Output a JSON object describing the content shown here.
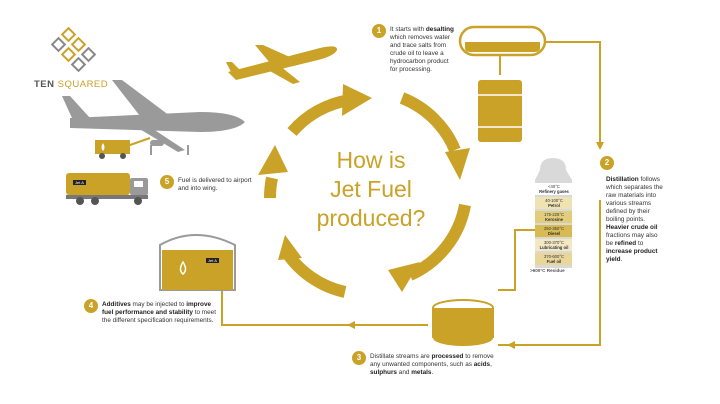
{
  "logo": {
    "name_part1": "TEN ",
    "name_part2": "SQUARED"
  },
  "title": {
    "line1": "How is",
    "line2": "Jet Fuel",
    "line3": "produced?"
  },
  "steps": [
    {
      "number": "1",
      "pre": "It starts with ",
      "bold": "desalting",
      "post": " which removes water and trace salts from crude oil to leave a hydrocarbon product for processing."
    },
    {
      "number": "2",
      "bold1": "Distillation",
      "text1": " follows which separates the raw materials into various streams defined by their boiling points.",
      "bold2": "Heavier crude oil",
      "text2": " fractions may also be ",
      "bold3": "refined",
      "text3": " to ",
      "bold4": "increase product yield",
      "text4": "."
    },
    {
      "number": "3",
      "pre": "Distillate streams are ",
      "bold1": "processed",
      "mid": " to remove any unwanted components, such as ",
      "bold2": "acids",
      "mid2": ", ",
      "bold3": "sulphurs",
      "mid3": " and ",
      "bold4": "metals",
      "post": "."
    },
    {
      "number": "4",
      "bold1": "Additives",
      "mid": " may be injected to ",
      "bold2": "improve fuel performance and stability",
      "post": " to meet the different specification requirements."
    },
    {
      "number": "5",
      "text": "Fuel is delivered to airport and into wing."
    }
  ],
  "column": {
    "tiers": [
      {
        "temp": "<40°C",
        "name": "Refinery gases"
      },
      {
        "temp": "40-100°C",
        "name": "Petrol"
      },
      {
        "temp": "175-225°C",
        "name": "Kerosine"
      },
      {
        "temp": "250-350°C",
        "name": "Diesel"
      },
      {
        "temp": "300-370°C",
        "name": "Lubricating oil"
      },
      {
        "temp": "370-600°C",
        "name": "Fuel oil"
      }
    ],
    "residue": ">600°C Residue"
  },
  "tank_labels": {
    "truck": "Jet A",
    "storage": "Jet A"
  },
  "colors": {
    "gold": "#c9a227",
    "gray": "#9a9a9a",
    "dark": "#333333"
  }
}
